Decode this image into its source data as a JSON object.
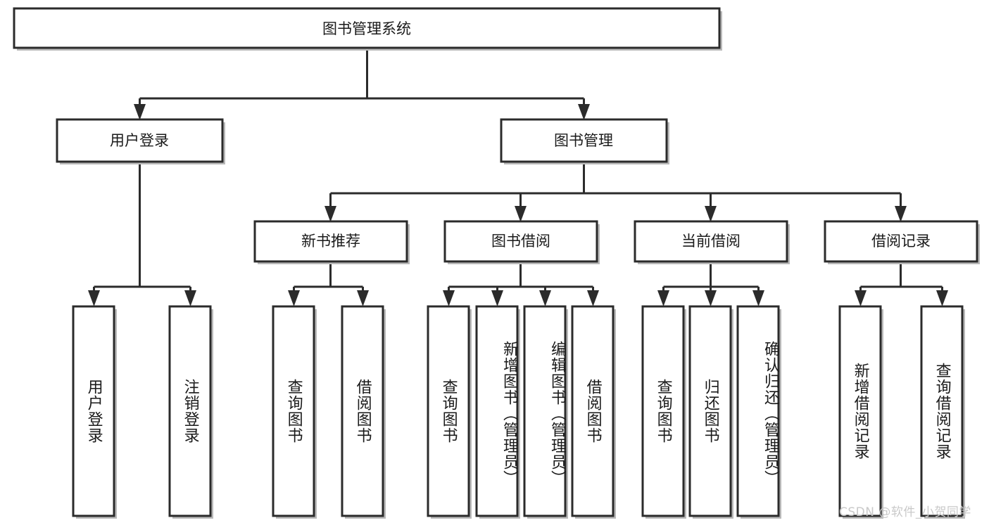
{
  "diagram": {
    "title_node": {
      "label": "图书管理系统"
    },
    "level1": [
      {
        "id": "user-login",
        "label": "用户登录"
      },
      {
        "id": "book-management",
        "label": "图书管理"
      }
    ],
    "level2": [
      {
        "id": "new-book-recommend",
        "label": "新书推荐"
      },
      {
        "id": "book-borrow",
        "label": "图书借阅"
      },
      {
        "id": "current-borrow",
        "label": "当前借阅"
      },
      {
        "id": "borrow-record",
        "label": "借阅记录"
      }
    ],
    "leaves": [
      {
        "id": "leaf-user-login",
        "group": "user-login",
        "label": "用户登录"
      },
      {
        "id": "leaf-logout",
        "group": "user-login",
        "label": "注销登录"
      },
      {
        "id": "leaf-query-book-1",
        "group": "new-book-recommend",
        "label": "查询图书"
      },
      {
        "id": "leaf-borrow-book-1",
        "group": "new-book-recommend",
        "label": "借阅图书"
      },
      {
        "id": "leaf-query-book-2",
        "group": "book-borrow",
        "label": "查询图书"
      },
      {
        "id": "leaf-add-book",
        "group": "book-borrow",
        "label": "新增图书（管理员）"
      },
      {
        "id": "leaf-edit-book",
        "group": "book-borrow",
        "label": "编辑图书（管理员）"
      },
      {
        "id": "leaf-borrow-book-2",
        "group": "book-borrow",
        "label": "借阅图书"
      },
      {
        "id": "leaf-query-book-3",
        "group": "current-borrow",
        "label": "查询图书"
      },
      {
        "id": "leaf-return-book",
        "group": "current-borrow",
        "label": "归还图书"
      },
      {
        "id": "leaf-confirm-return",
        "group": "current-borrow",
        "label": "确认归还（管理员）"
      },
      {
        "id": "leaf-add-borrow-record",
        "group": "borrow-record",
        "label": "新增借阅记录"
      },
      {
        "id": "leaf-query-borrow-record",
        "group": "borrow-record",
        "label": "查询借阅记录"
      }
    ],
    "watermark": {
      "text": "CSDN @软件_小贺同学"
    },
    "colors": {
      "stroke": "#2b2b2b",
      "box_fill": "#ffffff",
      "text": "#1a1a1a",
      "shadow": "#b9b9b9",
      "watermark": "#c9c9c9",
      "background": "#ffffff"
    }
  }
}
